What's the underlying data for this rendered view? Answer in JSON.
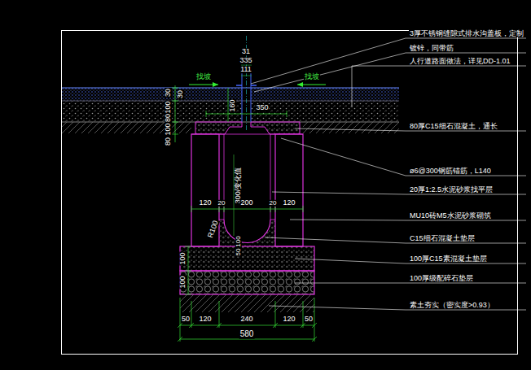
{
  "diagram": {
    "labels": [
      "3厚不锈钢缝隙式排水沟盖板，定制",
      "镀锌，同带筋",
      "人行道路面做法，详见DD-1.01",
      "80厚C15细石混凝土，通长",
      "ø6@300钢筋锚筋，L140",
      "20厚1:2.5水泥砂浆找平层",
      "MU10砖M5水泥砂浆砌筑",
      "C15细石混凝土垫层",
      "100厚C15素混凝土垫层",
      "100厚级配碎石垫层",
      "素土夯实（密实度>0.93）",
      "找坡",
      "找坡",
      "31",
      "335",
      "111",
      "100",
      "30",
      "30",
      "80",
      "100",
      "80",
      "160",
      "350",
      "300/变化值",
      "120",
      "20",
      "200",
      "20",
      "120",
      "R100",
      "100",
      "50",
      "100",
      "100",
      "50",
      "120",
      "240",
      "120",
      "50",
      "580"
    ]
  }
}
